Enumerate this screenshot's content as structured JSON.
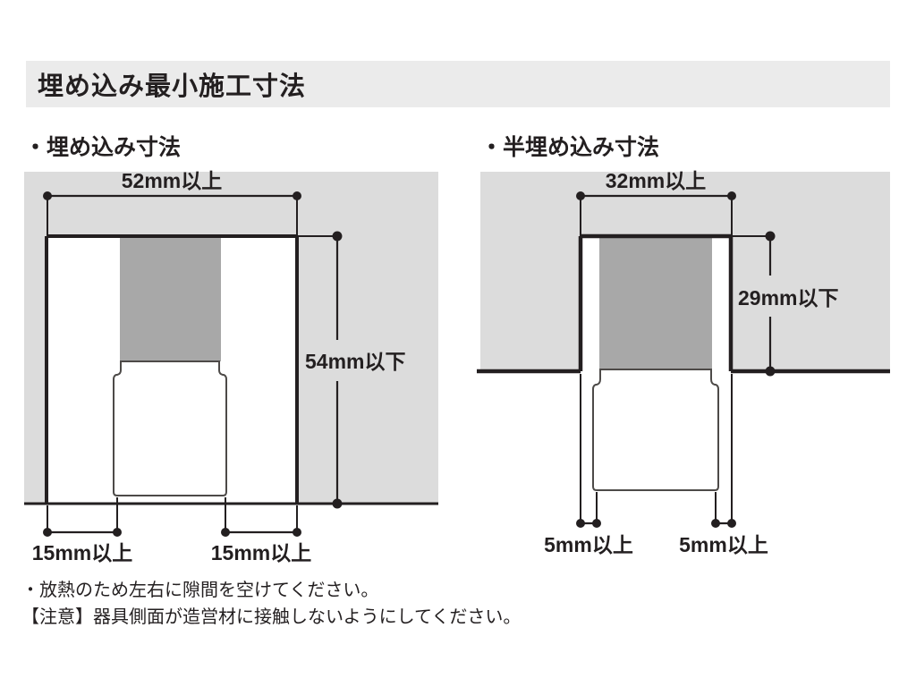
{
  "header": {
    "title": "埋め込み最小施工寸法",
    "background_color": "#ebebeb"
  },
  "panels": [
    {
      "id": "embedded",
      "heading": "・埋め込み寸法",
      "dimensions": {
        "top_width": "52mm以上",
        "depth": "54mm以下",
        "gap_left": "15mm以上",
        "gap_right": "15mm以上"
      }
    },
    {
      "id": "semi-embedded",
      "heading": "・半埋め込み寸法",
      "dimensions": {
        "top_width": "32mm以上",
        "depth": "29mm以下",
        "gap_left": "5mm以上",
        "gap_right": "5mm以上"
      }
    }
  ],
  "notes": [
    "・放熱のため左右に隙間を空けてください。",
    "【注意】器具側面が造営材に接触しないようにしてください。"
  ],
  "colors": {
    "header_band": "#ebebeb",
    "ceiling_fill": "#dcdcdc",
    "fixture_body": "#a8a8a8",
    "line": "#231f20",
    "text": "#231f20"
  }
}
